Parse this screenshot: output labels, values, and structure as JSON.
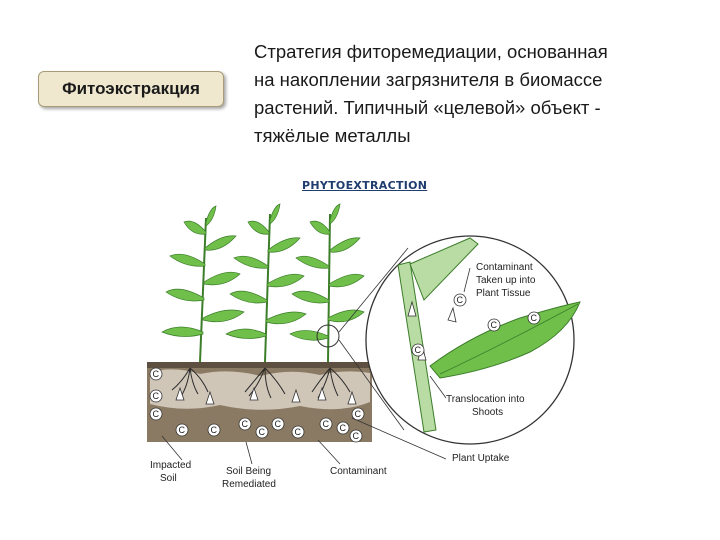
{
  "term": "Фитоэкстракция",
  "definition_lines": [
    "Стратегия фиторемедиации, основанная",
    "на накоплении загрязнителя в биомассе",
    "растений. Типичный «целевой» объект -",
    "тяжёлые металлы"
  ],
  "figure": {
    "title": "PHYTOEXTRACTION",
    "contaminant_symbol": "C",
    "labels": {
      "impacted_soil": [
        "Impacted",
        "Soil"
      ],
      "soil_being_remediated": [
        "Soil Being",
        "Remediated"
      ],
      "contaminant": "Contaminant",
      "plant_uptake": "Plant Uptake",
      "taken_up": [
        "Contaminant",
        "Taken up into",
        "Plant Tissue"
      ],
      "translocation": [
        "Translocation into",
        "Shoots"
      ]
    },
    "colors": {
      "leaf": "#6fbf4a",
      "leaf_dark": "#3c7d2a",
      "soil": "#8b7a63",
      "title": "#1f3d6e",
      "term_box": "#efe8cf"
    }
  }
}
